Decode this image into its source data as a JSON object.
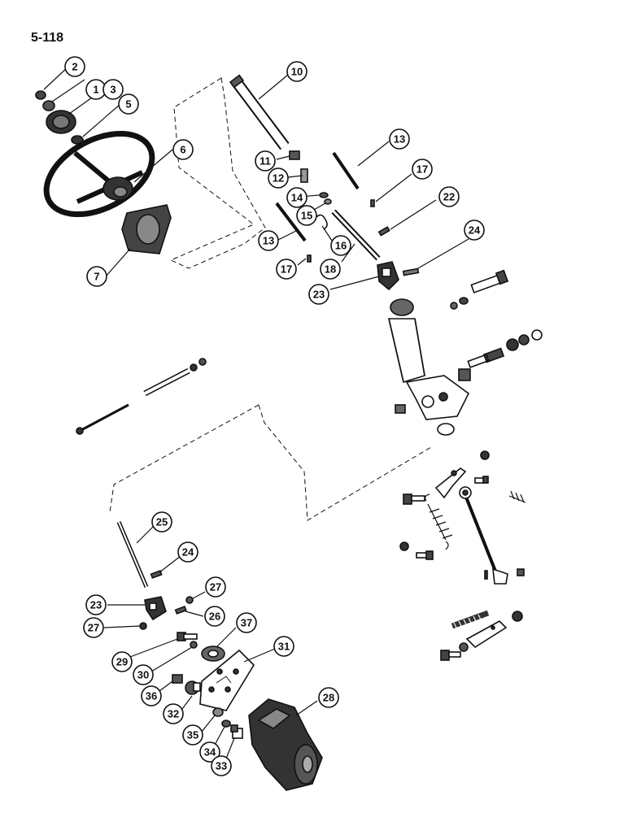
{
  "page": {
    "number": "5-118"
  },
  "style": {
    "ink": "#111111",
    "paper": "#ffffff"
  },
  "callouts": [
    {
      "label": "1"
    },
    {
      "label": "2"
    },
    {
      "label": "3"
    },
    {
      "label": "5"
    },
    {
      "label": "6"
    },
    {
      "label": "7"
    },
    {
      "label": "10"
    },
    {
      "label": "11"
    },
    {
      "label": "12"
    },
    {
      "label": "13"
    },
    {
      "label": "13"
    },
    {
      "label": "14"
    },
    {
      "label": "15"
    },
    {
      "label": "16"
    },
    {
      "label": "17"
    },
    {
      "label": "17"
    },
    {
      "label": "18"
    },
    {
      "label": "22"
    },
    {
      "label": "23"
    },
    {
      "label": "24"
    },
    {
      "label": "25"
    },
    {
      "label": "24"
    },
    {
      "label": "23"
    },
    {
      "label": "27"
    },
    {
      "label": "26"
    },
    {
      "label": "27"
    },
    {
      "label": "37"
    },
    {
      "label": "29"
    },
    {
      "label": "30"
    },
    {
      "label": "31"
    },
    {
      "label": "36"
    },
    {
      "label": "32"
    },
    {
      "label": "28"
    },
    {
      "label": "35"
    },
    {
      "label": "34"
    },
    {
      "label": "33"
    }
  ]
}
